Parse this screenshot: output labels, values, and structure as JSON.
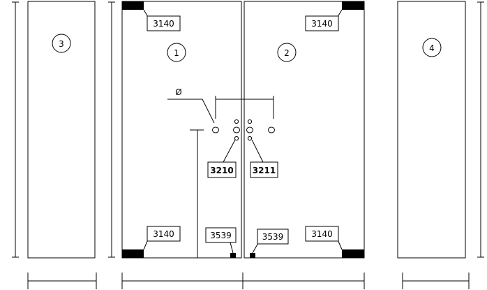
{
  "panels": {
    "panel_1": "1",
    "panel_2": "2",
    "panel_3": "3",
    "panel_4": "4"
  },
  "labels": {
    "hinge_top_left": "3140",
    "hinge_top_right": "3140",
    "hinge_bottom_left": "3140",
    "hinge_bottom_right": "3140",
    "handle_left": "3210",
    "handle_right": "3211",
    "lock_left": "3539",
    "lock_right": "3539"
  },
  "diameter_symbol": "Ø"
}
